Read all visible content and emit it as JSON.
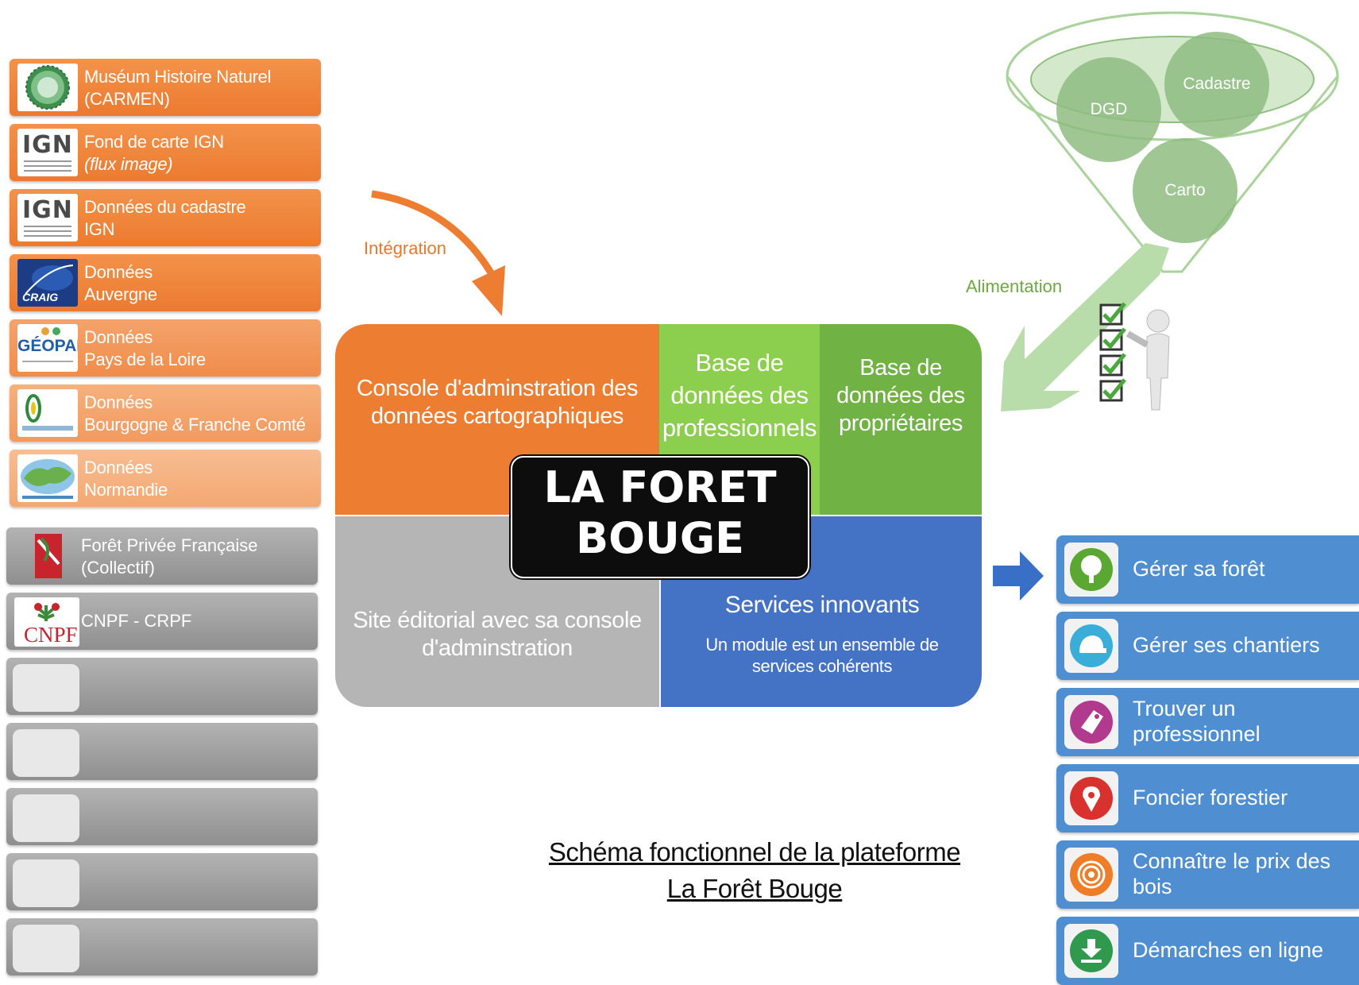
{
  "sources": [
    {
      "line1": "Muséum Histoire Naturel",
      "line2": "(CARMEN)",
      "italic2": false,
      "logo": "museum-seal-logo"
    },
    {
      "line1": "Fond de carte IGN",
      "line2": "(flux image)",
      "italic2": true,
      "logo": "ign-logo"
    },
    {
      "line1": "Données du cadastre",
      "line2": "IGN",
      "italic2": false,
      "logo": "ign-logo"
    },
    {
      "line1": "Données",
      "line2": "Auvergne",
      "italic2": false,
      "logo": "craig-logo"
    },
    {
      "line1": "Données",
      "line2": "Pays de la Loire",
      "italic2": false,
      "logo": "geopal-logo"
    },
    {
      "line1": "Données",
      "line2": "Bourgogne & Franche Comté",
      "italic2": false,
      "logo": "geobourgogne-logo"
    },
    {
      "line1": "Données",
      "line2": "Normandie",
      "italic2": false,
      "logo": "normandie-map-logo"
    }
  ],
  "logo_text": {
    "ign": "IGN",
    "craig": "CRAIG",
    "geopal": "GÉOPAL",
    "cnpf": "CNPF"
  },
  "partners": [
    {
      "line1": "Forêt Privée Française",
      "line2": "(Collectif)",
      "logo": "foret-privee-logo"
    },
    {
      "line1": "CNPF - CRPF",
      "line2": "",
      "logo": "cnpf-logo"
    }
  ],
  "empty_slots": 5,
  "integration_label": "Intégration",
  "alimentation_label": "Alimentation",
  "funnel": {
    "circles": [
      "DGD",
      "Cadastre",
      "Carto"
    ]
  },
  "blocks": {
    "admin_console": "Console d'adminstration des données cartographiques",
    "pro_db_lines": [
      "Base de",
      "données des",
      "professionnels"
    ],
    "owner_db_lines": [
      "Base de",
      "données des",
      "propriétaires"
    ],
    "editorial_site": "Site éditorial avec sa console d'adminstration",
    "services_title": "Services innovants",
    "services_sub": "Un module est un ensemble de services cohérents",
    "center_title_1": "LA FORET",
    "center_title_2": "BOUGE"
  },
  "services": [
    {
      "label": "Gérer sa forêt",
      "icon": "tree-icon",
      "color": "#5aa832"
    },
    {
      "label": "Gérer ses chantiers",
      "icon": "helmet-icon",
      "color": "#3aaed8"
    },
    {
      "label": "Trouver un professionnel",
      "icon": "tag-icon",
      "color": "#b13a8f"
    },
    {
      "label": "Foncier forestier",
      "icon": "location-pin-icon",
      "color": "#d9322e"
    },
    {
      "label": "Connaître le prix des bois",
      "icon": "wood-rings-icon",
      "color": "#ef7d28"
    },
    {
      "label": "Démarches en ligne",
      "icon": "download-icon",
      "color": "#2f9a4e"
    }
  ],
  "caption": {
    "line1": "Schéma fonctionnel de la plateforme",
    "line2": "La Forêt Bouge"
  },
  "colors": {
    "orange": "#ed7d31",
    "light_green": "#8ccf4f",
    "green": "#70b244",
    "grey": "#b5b5b5",
    "blue": "#4472c4",
    "service_blue": "#4f8fd1",
    "funnel_green": "#a9d39a"
  }
}
